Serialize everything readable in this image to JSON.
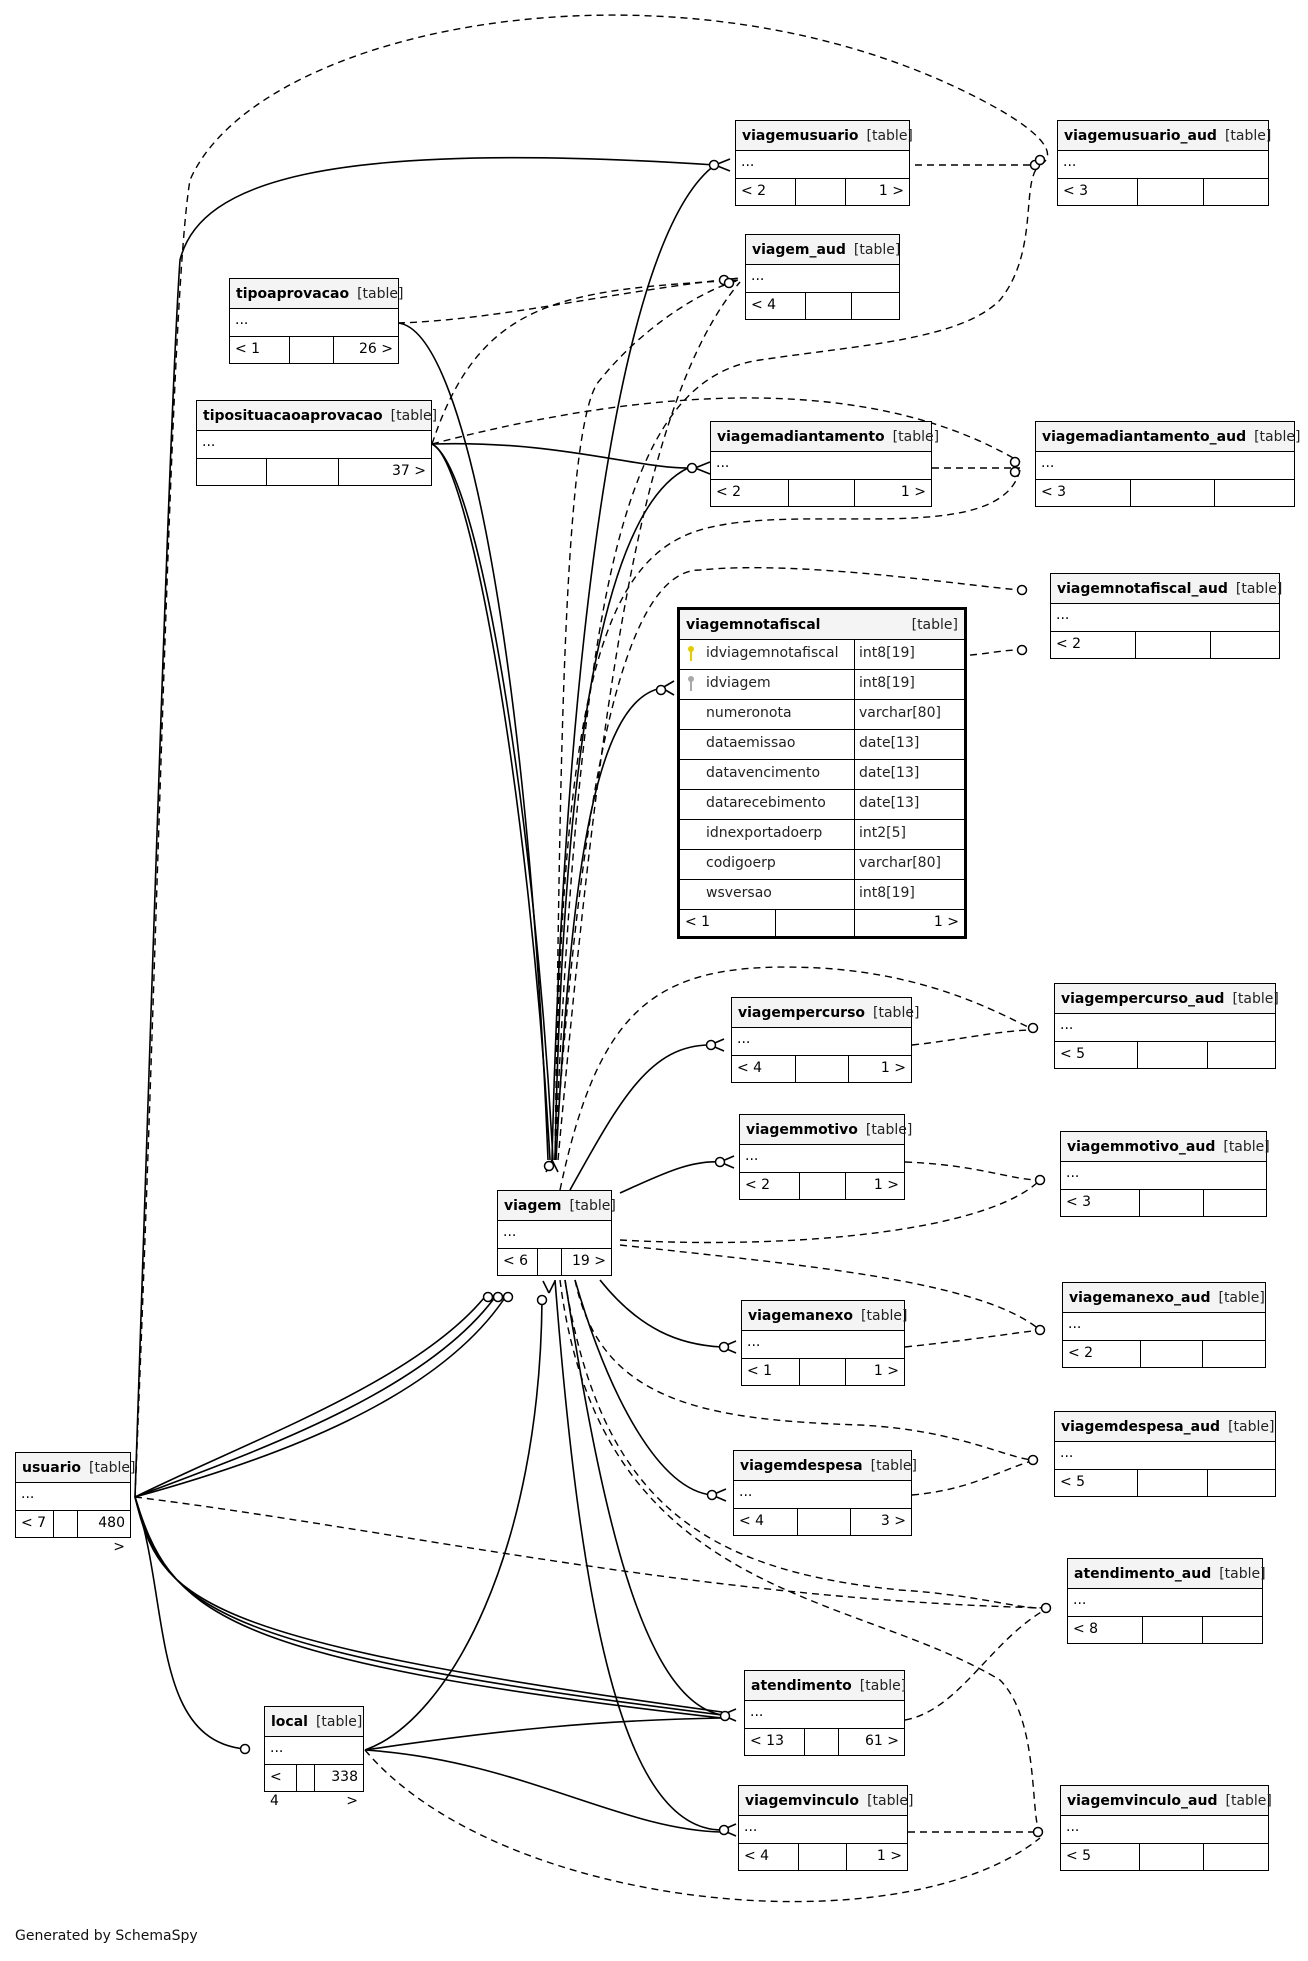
{
  "footer": "Generated by SchemaSpy",
  "type_label": "[table]",
  "tables": {
    "viagemusuario": {
      "name": "viagemusuario",
      "type": "[table]",
      "dots": "...",
      "foot": [
        "< 2",
        "",
        "1 >"
      ]
    },
    "viagemusuario_aud": {
      "name": "viagemusuario_aud",
      "type": "[table]",
      "dots": "...",
      "foot": [
        "< 3",
        "",
        ""
      ]
    },
    "viagem_aud": {
      "name": "viagem_aud",
      "type": "[table]",
      "dots": "...",
      "foot": [
        "< 4",
        "",
        ""
      ]
    },
    "tipoaprovacao": {
      "name": "tipoaprovacao",
      "type": "[table]",
      "dots": "...",
      "foot": [
        "< 1",
        "",
        "26 >"
      ]
    },
    "tiposituacaoaprovacao": {
      "name": "tiposituacaoaprovacao",
      "type": "[table]",
      "dots": "...",
      "foot": [
        "",
        "",
        "37 >"
      ]
    },
    "viagemadiantamento": {
      "name": "viagemadiantamento",
      "type": "[table]",
      "dots": "...",
      "foot": [
        "< 2",
        "",
        "1 >"
      ]
    },
    "viagemadiantamento_aud": {
      "name": "viagemadiantamento_aud",
      "type": "[table]",
      "dots": "...",
      "foot": [
        "< 3",
        "",
        ""
      ]
    },
    "viagemnotafiscal_aud": {
      "name": "viagemnotafiscal_aud",
      "type": "[table]",
      "dots": "...",
      "foot": [
        "< 2",
        "",
        ""
      ]
    },
    "viagemnotafiscal": {
      "name": "viagemnotafiscal",
      "type": "[table]",
      "foot": [
        "< 1",
        "",
        "1 >"
      ],
      "columns": [
        {
          "name": "idviagemnotafiscal",
          "type": "int8[19]",
          "key": "pk"
        },
        {
          "name": "idviagem",
          "type": "int8[19]",
          "key": "fk"
        },
        {
          "name": "numeronota",
          "type": "varchar[80]",
          "key": ""
        },
        {
          "name": "dataemissao",
          "type": "date[13]",
          "key": ""
        },
        {
          "name": "datavencimento",
          "type": "date[13]",
          "key": ""
        },
        {
          "name": "datarecebimento",
          "type": "date[13]",
          "key": ""
        },
        {
          "name": "idnexportadoerp",
          "type": "int2[5]",
          "key": ""
        },
        {
          "name": "codigoerp",
          "type": "varchar[80]",
          "key": ""
        },
        {
          "name": "wsversao",
          "type": "int8[19]",
          "key": ""
        }
      ]
    },
    "viagempercurso": {
      "name": "viagempercurso",
      "type": "[table]",
      "dots": "...",
      "foot": [
        "< 4",
        "",
        "1 >"
      ]
    },
    "viagempercurso_aud": {
      "name": "viagempercurso_aud",
      "type": "[table]",
      "dots": "...",
      "foot": [
        "< 5",
        "",
        ""
      ]
    },
    "viagemmotivo": {
      "name": "viagemmotivo",
      "type": "[table]",
      "dots": "...",
      "foot": [
        "< 2",
        "",
        "1 >"
      ]
    },
    "viagemmotivo_aud": {
      "name": "viagemmotivo_aud",
      "type": "[table]",
      "dots": "...",
      "foot": [
        "< 3",
        "",
        ""
      ]
    },
    "viagem": {
      "name": "viagem",
      "type": "[table]",
      "dots": "...",
      "foot": [
        "< 6",
        "",
        "19 >"
      ]
    },
    "viagemanexo": {
      "name": "viagemanexo",
      "type": "[table]",
      "dots": "...",
      "foot": [
        "< 1",
        "",
        "1 >"
      ]
    },
    "viagemanexo_aud": {
      "name": "viagemanexo_aud",
      "type": "[table]",
      "dots": "...",
      "foot": [
        "< 2",
        "",
        ""
      ]
    },
    "viagemdespesa_aud": {
      "name": "viagemdespesa_aud",
      "type": "[table]",
      "dots": "...",
      "foot": [
        "< 5",
        "",
        ""
      ]
    },
    "viagemdespesa": {
      "name": "viagemdespesa",
      "type": "[table]",
      "dots": "...",
      "foot": [
        "< 4",
        "",
        "3 >"
      ]
    },
    "usuario": {
      "name": "usuario",
      "type": "[table]",
      "dots": "...",
      "foot": [
        "< 7",
        "",
        "480 >"
      ]
    },
    "atendimento_aud": {
      "name": "atendimento_aud",
      "type": "[table]",
      "dots": "...",
      "foot": [
        "< 8",
        "",
        ""
      ]
    },
    "atendimento": {
      "name": "atendimento",
      "type": "[table]",
      "dots": "...",
      "foot": [
        "< 13",
        "",
        "61 >"
      ]
    },
    "local": {
      "name": "local",
      "type": "[table]",
      "dots": "...",
      "foot": [
        "< 4",
        "",
        "338 >"
      ]
    },
    "viagemvinculo": {
      "name": "viagemvinculo",
      "type": "[table]",
      "dots": "...",
      "foot": [
        "< 4",
        "",
        "1 >"
      ]
    },
    "viagemvinculo_aud": {
      "name": "viagemvinculo_aud",
      "type": "[table]",
      "dots": "...",
      "foot": [
        "< 5",
        "",
        ""
      ]
    }
  }
}
